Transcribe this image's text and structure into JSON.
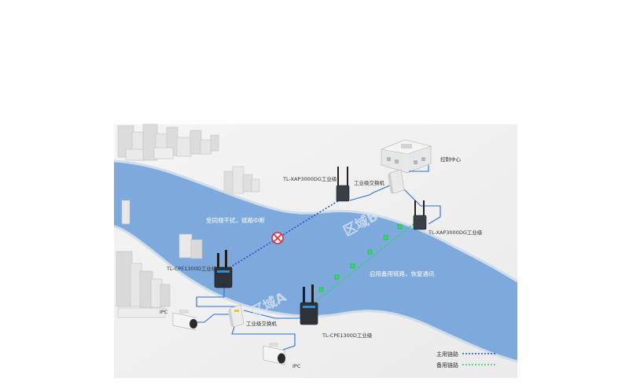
{
  "labels": {
    "control_center": "控制中心",
    "switch_top": "工业级交换机",
    "ap_top_left": "TL-XAP3000DG工业级",
    "ap_top_right": "TL-XAP3000DG工业级",
    "interference": "受同频干扰，链路中断",
    "zone_b": "区域B",
    "zone_a": "区域A",
    "cpe_left": "TL-CPE1300D工业级",
    "cpe_bottom": "TL-CPE1300D工业级",
    "switch_bottom": "工业级交换机",
    "backup_enabled": "启用备用链路，恢复通讯",
    "ipc_left": "IPC",
    "ipc_bottom": "IPC"
  },
  "legend": {
    "main_link": "主用链路",
    "backup_link": "备用链路"
  },
  "colors": {
    "river": "#7ea9dc",
    "main_link": "#1f4fd6",
    "backup_link": "#2fd65a",
    "cable": "#2a6fd6",
    "fail_mark": "#e0283a",
    "background": "#f2f2f2"
  }
}
